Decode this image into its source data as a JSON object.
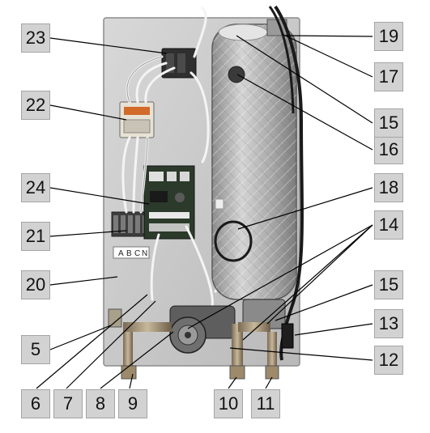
{
  "callouts": {
    "l23": "23",
    "l22": "22",
    "l24": "24",
    "l21": "21",
    "l20": "20",
    "l5": "5",
    "l6": "6",
    "l7": "7",
    "l8": "8",
    "l9": "9",
    "l10": "10",
    "l11": "11",
    "l12": "12",
    "l13": "13",
    "l15b": "15",
    "l14": "14",
    "l18": "18",
    "l16": "16",
    "l15a": "15",
    "l17": "17",
    "l19": "19"
  },
  "panel_text": {
    "phase_a": "A",
    "phase_b": "B",
    "phase_c": "C",
    "neutral": "N"
  },
  "colors": {
    "background": "#ffffff",
    "label_fill": "#d2d2d2",
    "label_border": "#a5a5a5",
    "leader_line": "#000000",
    "mounting_plate": "#c9c9c9",
    "heater_foil": "#b8b8b8",
    "pump_body": "#6f6f6f"
  }
}
